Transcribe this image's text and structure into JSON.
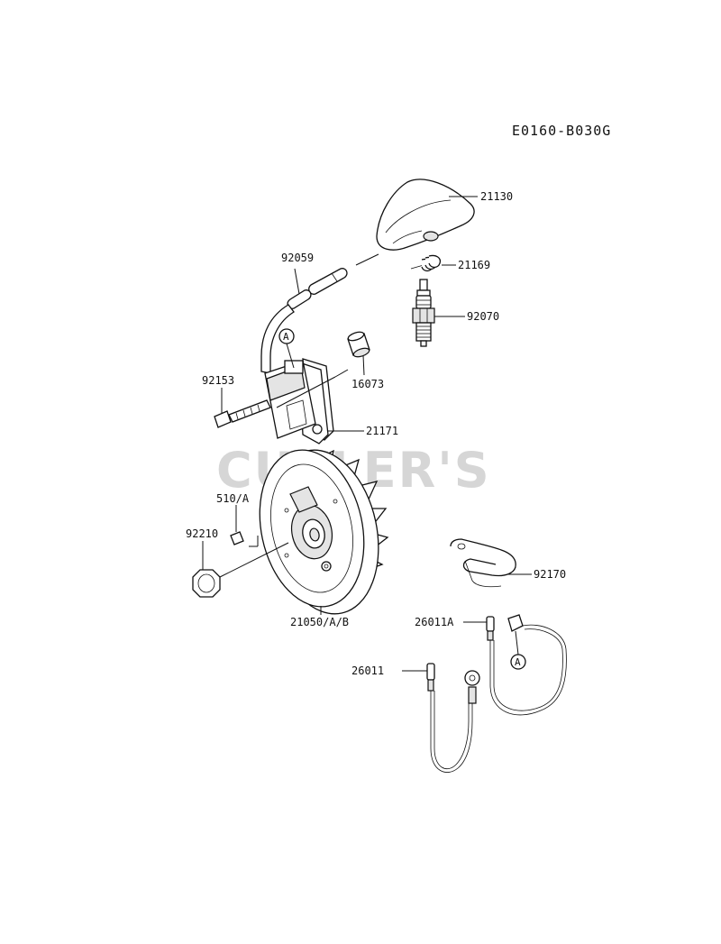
{
  "diagram_code": "E0160-B030G",
  "watermark": "CUTLER'S",
  "callout_letter": "A",
  "parts": [
    {
      "id": "p21130",
      "label": "21130"
    },
    {
      "id": "p21169",
      "label": "21169"
    },
    {
      "id": "p92070",
      "label": "92070"
    },
    {
      "id": "p92059",
      "label": "92059"
    },
    {
      "id": "p16073",
      "label": "16073"
    },
    {
      "id": "p92153",
      "label": "92153"
    },
    {
      "id": "p21171",
      "label": "21171"
    },
    {
      "id": "p510A",
      "label": "510/A"
    },
    {
      "id": "p92210",
      "label": "92210"
    },
    {
      "id": "p21050",
      "label": "21050/A/B"
    },
    {
      "id": "p92170",
      "label": "92170"
    },
    {
      "id": "p26011A",
      "label": "26011A"
    },
    {
      "id": "p26011",
      "label": "26011"
    }
  ]
}
